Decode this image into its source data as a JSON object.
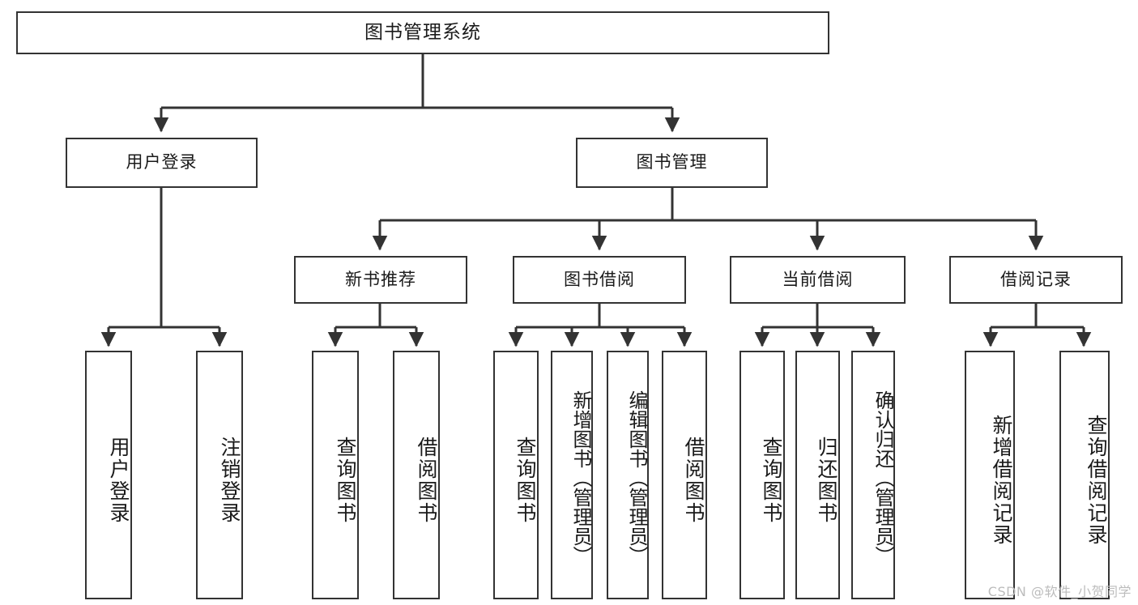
{
  "diagram": {
    "title": "图书管理系统",
    "type": "tree-hierarchy",
    "watermark": "CSDN @软件_小贺同学",
    "stroke_color": "#333333",
    "fill_color": "#ffffff",
    "text_color": "#1a1a1a"
  },
  "nodes": {
    "root": {
      "label": "图书管理系统"
    },
    "level2": [
      {
        "id": "user-login",
        "label": "用户登录"
      },
      {
        "id": "book-manage",
        "label": "图书管理"
      }
    ],
    "level3": [
      {
        "id": "new-book-recommend",
        "label": "新书推荐"
      },
      {
        "id": "book-borrow",
        "label": "图书借阅"
      },
      {
        "id": "current-borrow",
        "label": "当前借阅"
      },
      {
        "id": "borrow-record",
        "label": "借阅记录"
      }
    ],
    "leaves": {
      "user_login": [
        {
          "id": "leaf-user-login",
          "label": "用户登录"
        },
        {
          "id": "leaf-logout-login",
          "label": "注销登录"
        }
      ],
      "new_book_recommend": [
        {
          "id": "leaf-query-book-1",
          "label": "查询图书"
        },
        {
          "id": "leaf-borrow-book-1",
          "label": "借阅图书"
        }
      ],
      "book_borrow": [
        {
          "id": "leaf-query-book-2",
          "label": "查询图书"
        },
        {
          "id": "leaf-add-book",
          "label": "新增图书（管理员）"
        },
        {
          "id": "leaf-edit-book",
          "label": "编辑图书（管理员）"
        },
        {
          "id": "leaf-borrow-book-2",
          "label": "借阅图书"
        }
      ],
      "current_borrow": [
        {
          "id": "leaf-query-book-3",
          "label": "查询图书"
        },
        {
          "id": "leaf-return-book",
          "label": "归还图书"
        },
        {
          "id": "leaf-confirm-return",
          "label": "确认归还（管理员）"
        }
      ],
      "borrow_record": [
        {
          "id": "leaf-add-borrow-record",
          "label": "新增借阅记录"
        },
        {
          "id": "leaf-query-borrow-record",
          "label": "查询借阅记录"
        }
      ]
    }
  }
}
